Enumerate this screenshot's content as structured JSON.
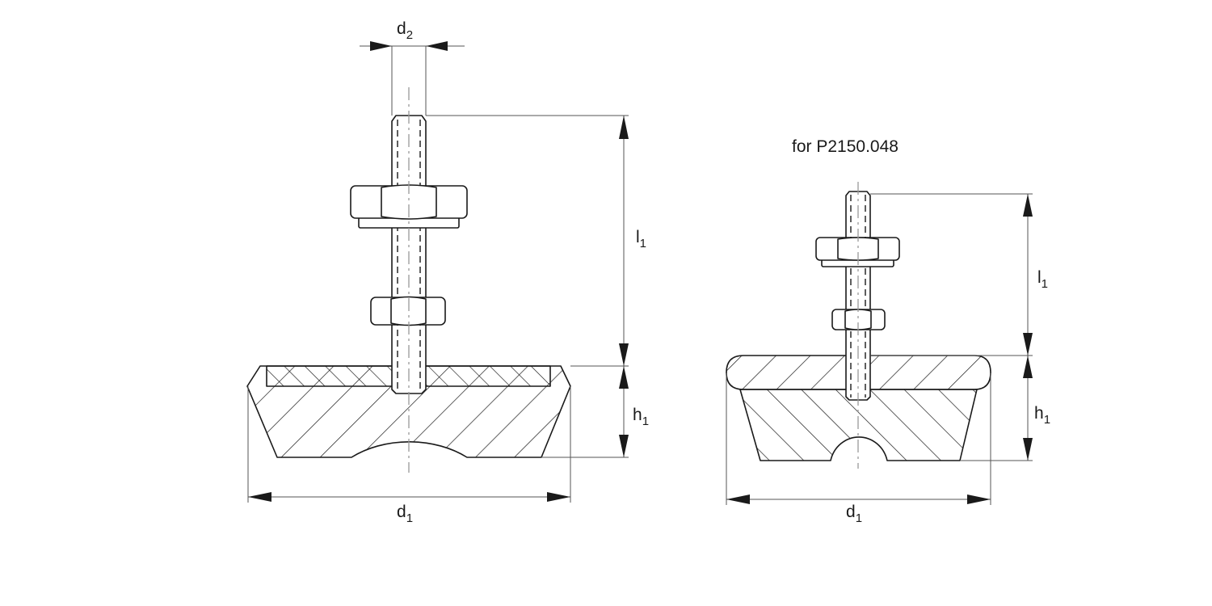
{
  "title": "for P2150.048",
  "left_view": {
    "d2": {
      "main": "d",
      "sub": "2"
    },
    "l1": {
      "main": "l",
      "sub": "1"
    },
    "h1": {
      "main": "h",
      "sub": "1"
    },
    "d1": {
      "main": "d",
      "sub": "1"
    }
  },
  "right_view": {
    "l1": {
      "main": "l",
      "sub": "1"
    },
    "h1": {
      "main": "h",
      "sub": "1"
    },
    "d1": {
      "main": "d",
      "sub": "1"
    }
  },
  "colors": {
    "line": "#1a1a1a",
    "centerline": "#999999",
    "dimension": "#555555"
  }
}
